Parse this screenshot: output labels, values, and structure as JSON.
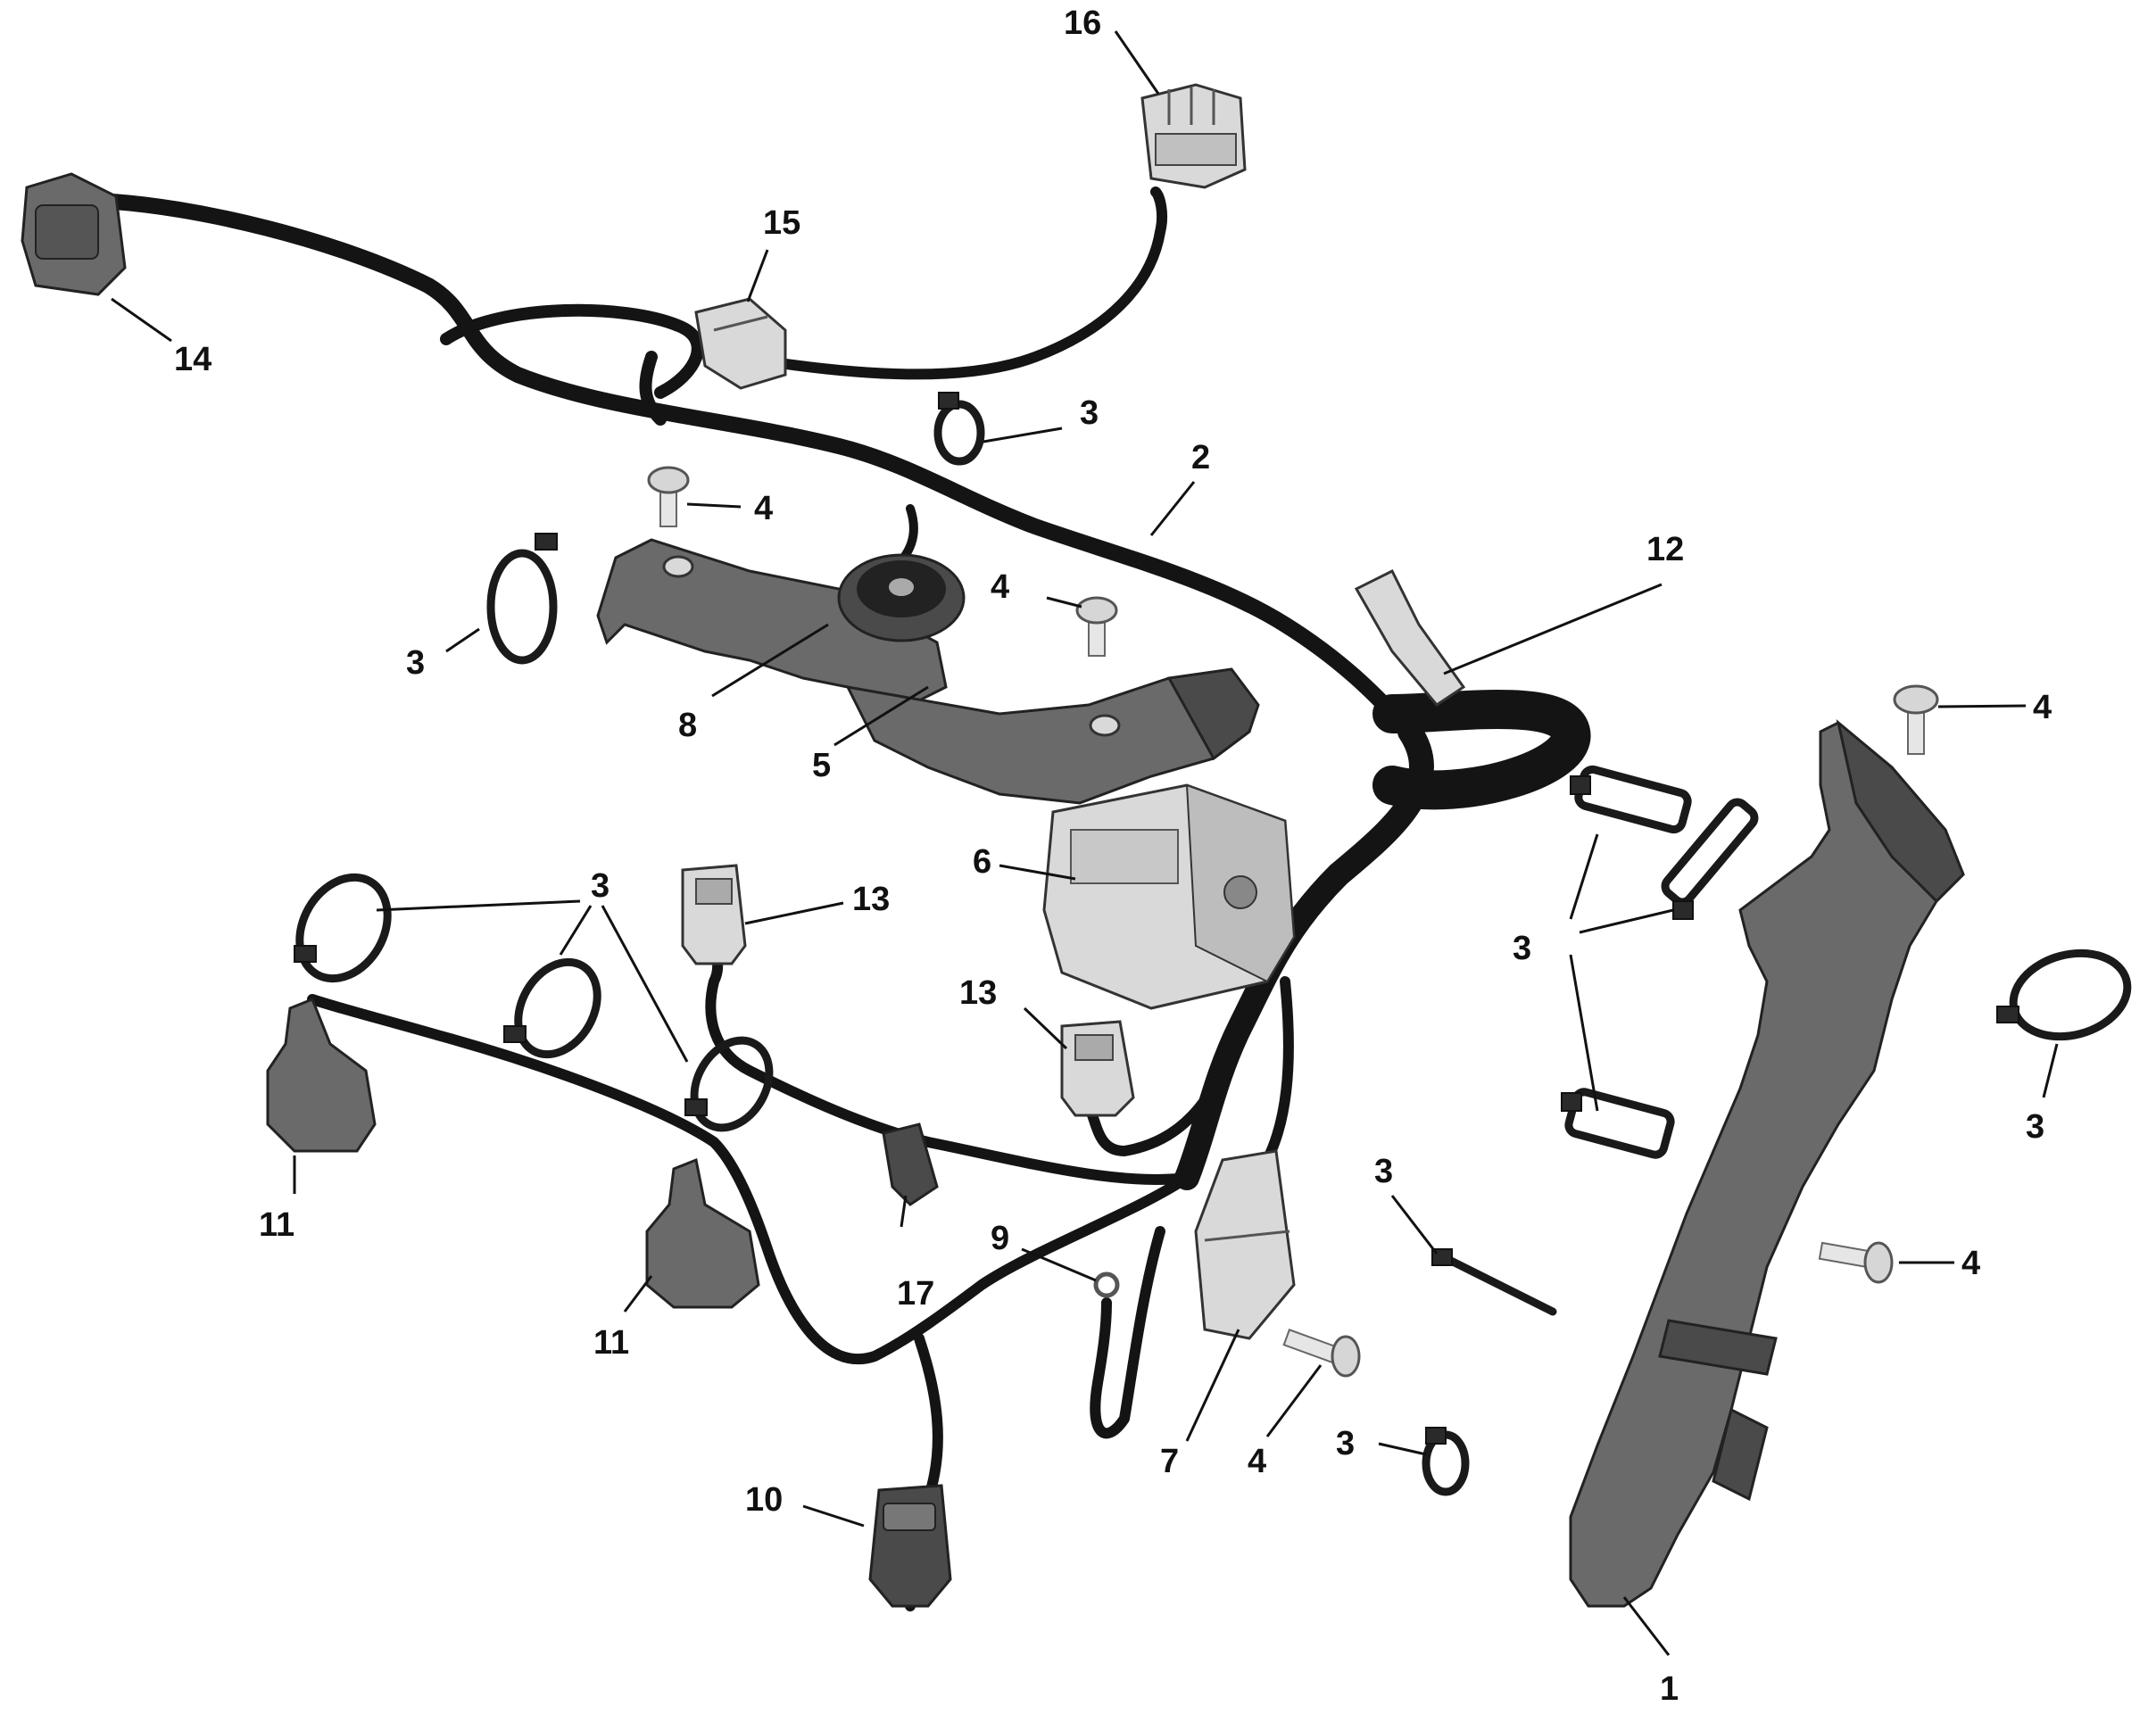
{
  "callouts": [
    {
      "id": "c1",
      "label": "1"
    },
    {
      "id": "c2",
      "label": "2"
    },
    {
      "id": "c3a",
      "label": "3"
    },
    {
      "id": "c3b",
      "label": "3"
    },
    {
      "id": "c3c",
      "label": "3"
    },
    {
      "id": "c3d",
      "label": "3"
    },
    {
      "id": "c3e",
      "label": "3"
    },
    {
      "id": "c3f",
      "label": "3"
    },
    {
      "id": "c3g",
      "label": "3"
    },
    {
      "id": "c4a",
      "label": "4"
    },
    {
      "id": "c4b",
      "label": "4"
    },
    {
      "id": "c4c",
      "label": "4"
    },
    {
      "id": "c4d",
      "label": "4"
    },
    {
      "id": "c4e",
      "label": "4"
    },
    {
      "id": "c5",
      "label": "5"
    },
    {
      "id": "c6",
      "label": "6"
    },
    {
      "id": "c7",
      "label": "7"
    },
    {
      "id": "c8",
      "label": "8"
    },
    {
      "id": "c9",
      "label": "9"
    },
    {
      "id": "c10",
      "label": "10"
    },
    {
      "id": "c11a",
      "label": "11"
    },
    {
      "id": "c11b",
      "label": "11"
    },
    {
      "id": "c12",
      "label": "12"
    },
    {
      "id": "c13a",
      "label": "13"
    },
    {
      "id": "c13b",
      "label": "13"
    },
    {
      "id": "c14",
      "label": "14"
    },
    {
      "id": "c15",
      "label": "15"
    },
    {
      "id": "c16",
      "label": "16"
    },
    {
      "id": "c17",
      "label": "17"
    }
  ]
}
